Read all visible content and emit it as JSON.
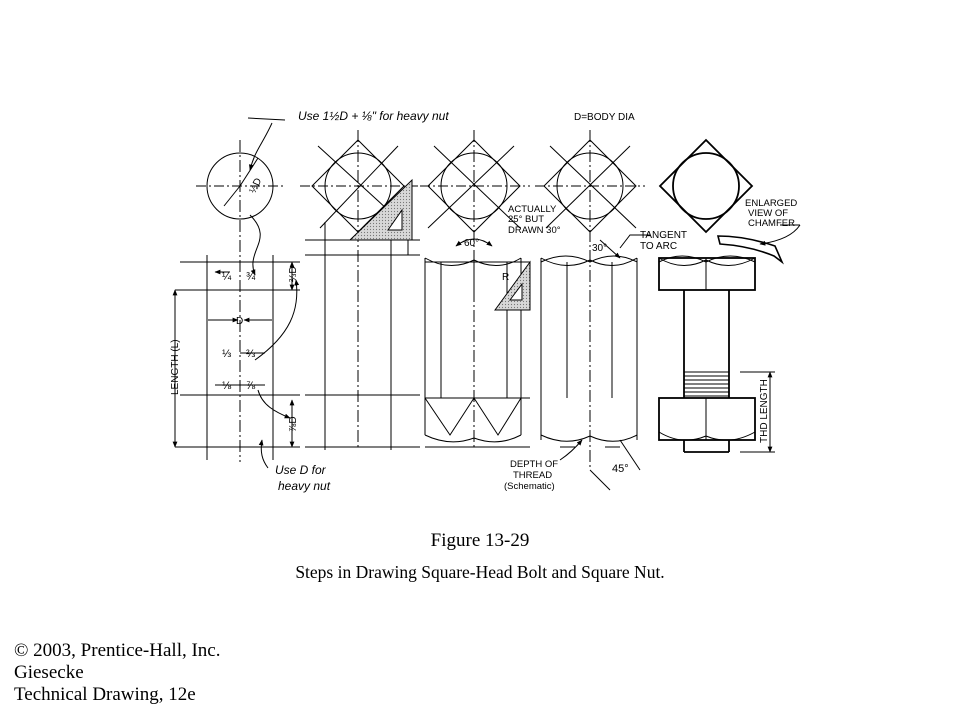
{
  "labels": {
    "heavy_nut_top": "Use 1½D + ⅛\" for heavy nut",
    "body_dia": "D=BODY DIA",
    "actually": "ACTUALLY",
    "but_25": "25° BUT",
    "drawn_30": "DRAWN 30°",
    "angle_60": "60°",
    "angle_30": "30°",
    "tangent_1": "TANGENT",
    "tangent_2": "TO ARC",
    "enlarged_1": "ENLARGED",
    "enlarged_2": "VIEW OF",
    "enlarged_3": "CHAMFER",
    "length_l": "LENGTH (L)",
    "thd_length": "THD LENGTH",
    "d_label": "D",
    "r_label": "R",
    "depth_1": "DEPTH OF",
    "depth_2": "THREAD",
    "depth_3": "(Schematic)",
    "angle_45": "45°",
    "use_d_1": "Use D for",
    "use_d_2": "heavy nut",
    "half_d": "½D",
    "frac_2_3_d": "⅔D",
    "frac_7_8_d": "⅞D",
    "frac_1_4": "¼",
    "frac_3_4": "¾",
    "frac_1_3": "⅓",
    "frac_2_3": "⅔",
    "frac_1_8": "⅛",
    "frac_7_8": "⅞"
  },
  "figure_number": "Figure 13-29",
  "caption": "Steps in Drawing Square-Head Bolt and Square Nut.",
  "credits": [
    "© 2003, Prentice-Hall, Inc.",
    "Giesecke",
    "Technical Drawing, 12e"
  ]
}
